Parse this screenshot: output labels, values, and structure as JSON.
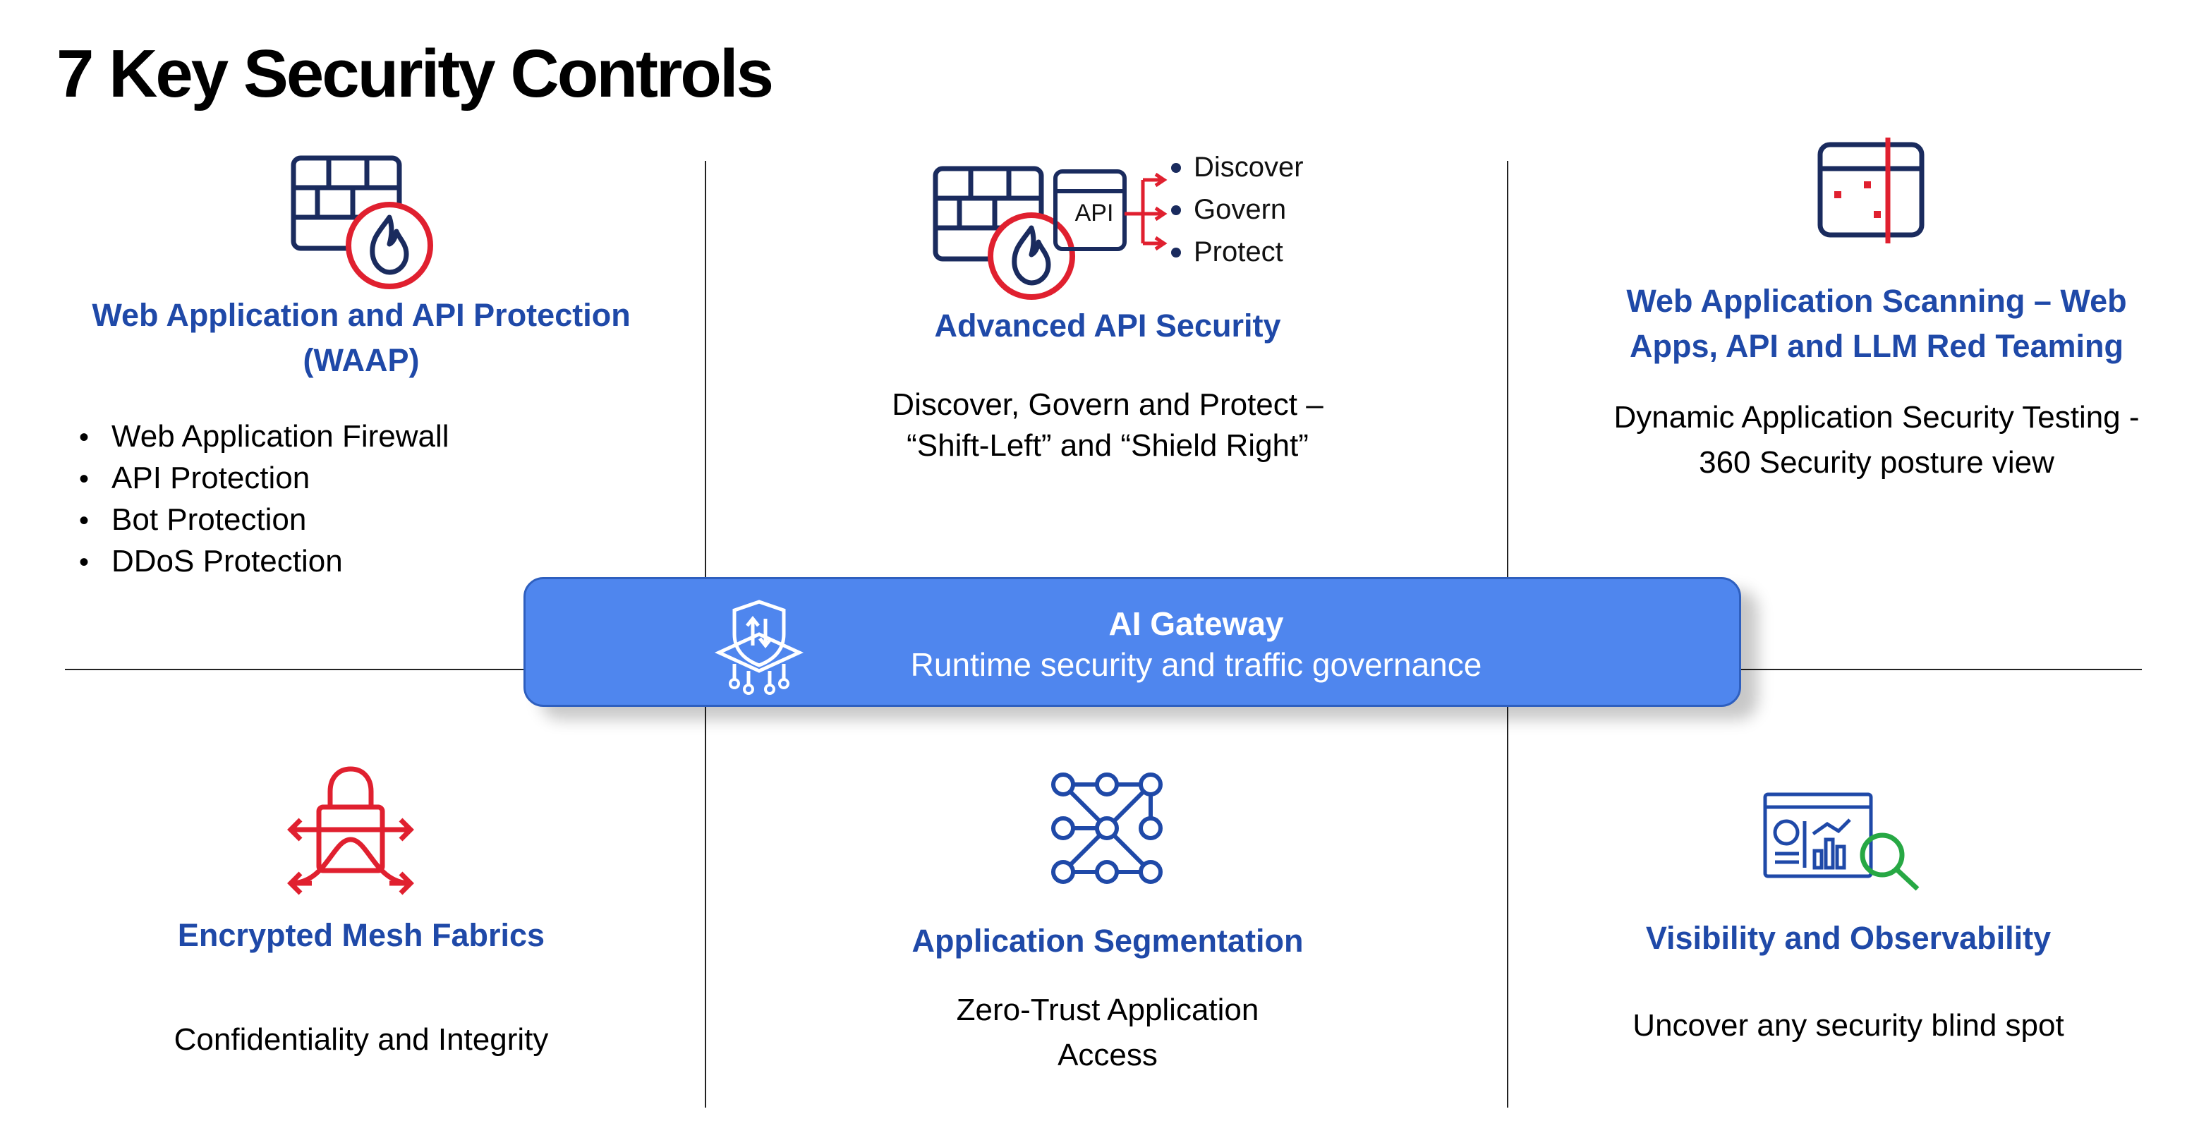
{
  "title": "7 Key Security Controls",
  "colors": {
    "heading_blue": "#1f49a8",
    "icon_navy": "#1a2b5e",
    "icon_red": "#e0202f",
    "gateway_blue": "#4f86ee",
    "green": "#27a844"
  },
  "cards": {
    "waap": {
      "heading": "Web Application and API Protection (WAAP)",
      "bullets": [
        "Web Application Firewall",
        "API Protection",
        "Bot Protection",
        "DDoS Protection"
      ],
      "icon": "firewall-fire-icon"
    },
    "api": {
      "heading": "Advanced API Security",
      "body": "Discover, Govern and Protect – “Shift-Left” and “Shield Right”",
      "icon": "api-firewall-icon",
      "api_label": "API",
      "branches": [
        "Discover",
        "Govern",
        "Protect"
      ]
    },
    "scanning": {
      "heading": "Web Application Scanning – Web Apps, API and LLM Red Teaming",
      "body": "Dynamic Application Security Testing - 360 Security posture view",
      "icon": "scanner-icon"
    },
    "mesh": {
      "heading": "Encrypted Mesh Fabrics",
      "body": "Confidentiality and Integrity",
      "icon": "lock-arrows-icon"
    },
    "segmentation": {
      "heading": "Application Segmentation",
      "body": "Zero-Trust Application Access",
      "icon": "network-nodes-icon"
    },
    "visibility": {
      "heading": "Visibility and Observability",
      "body": "Uncover any security blind spot",
      "icon": "dashboard-magnifier-icon"
    }
  },
  "gateway": {
    "title": "AI Gateway",
    "subtitle": "Runtime security and traffic governance",
    "icon": "shield-chip-icon"
  }
}
